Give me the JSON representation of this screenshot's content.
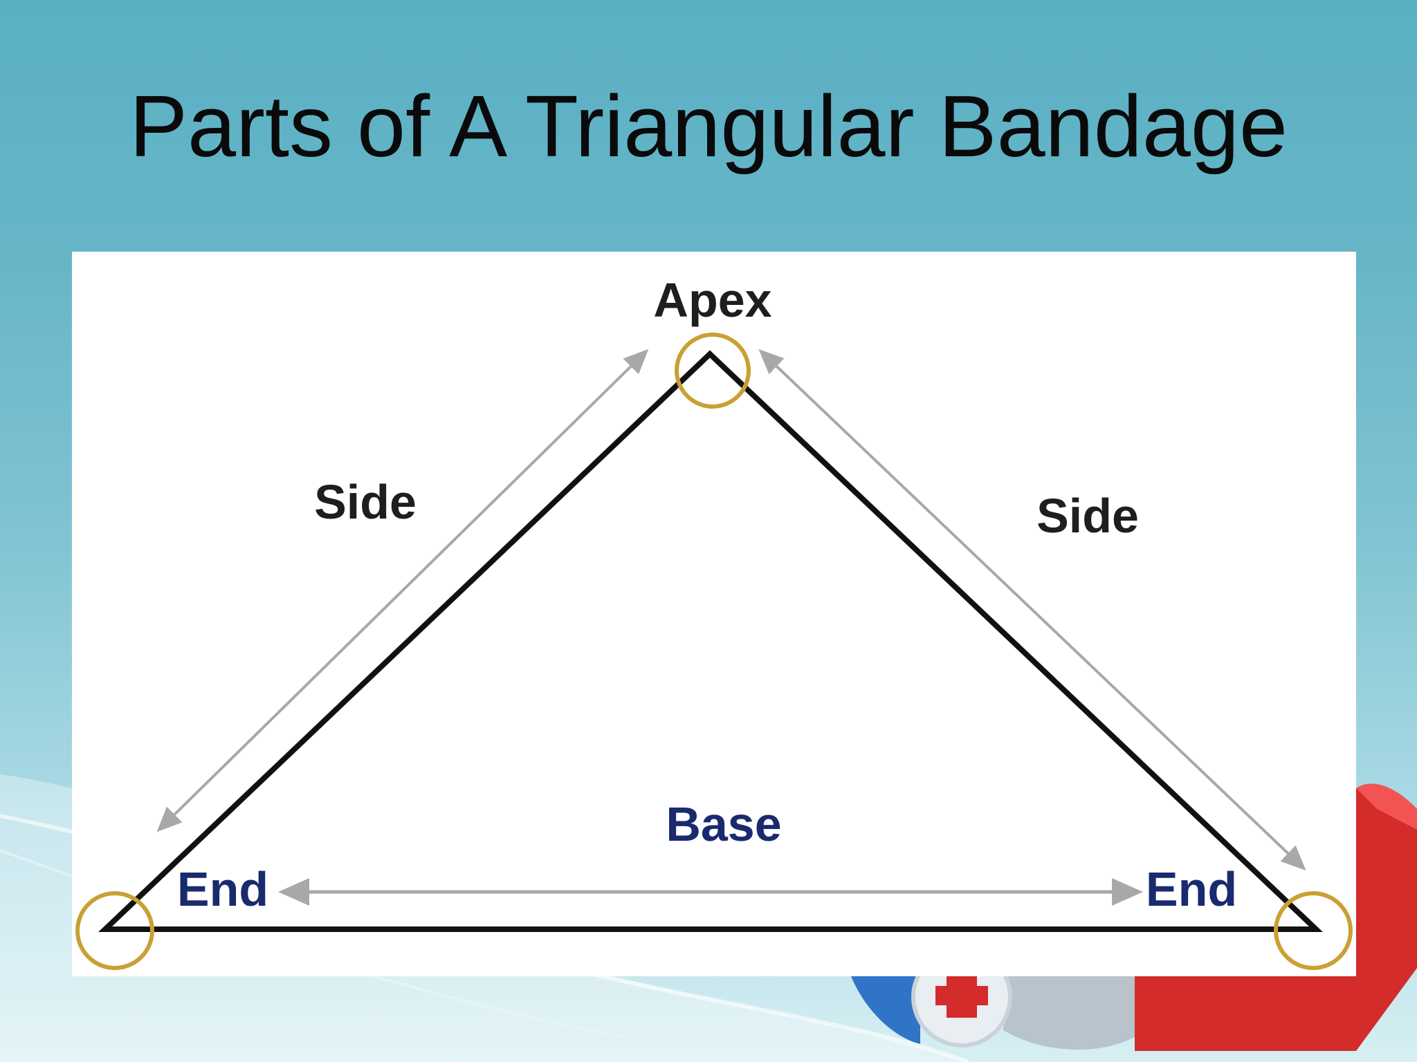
{
  "slide": {
    "title": "Parts of A Triangular Bandage"
  },
  "diagram": {
    "labels": {
      "apex": "Apex",
      "side_left": "Side",
      "side_right": "Side",
      "base": "Base",
      "end_left": "End",
      "end_right": "End"
    },
    "colors": {
      "triangle": "#111111",
      "highlight_circle": "#c9a033",
      "guide_arrow": "#a8a8a8",
      "label_dark": "#1e1e1e",
      "label_blue": "#1a2a6e"
    }
  },
  "background": {
    "accent_red": "#d42b2b",
    "accent_blue": "#2f74c7"
  }
}
